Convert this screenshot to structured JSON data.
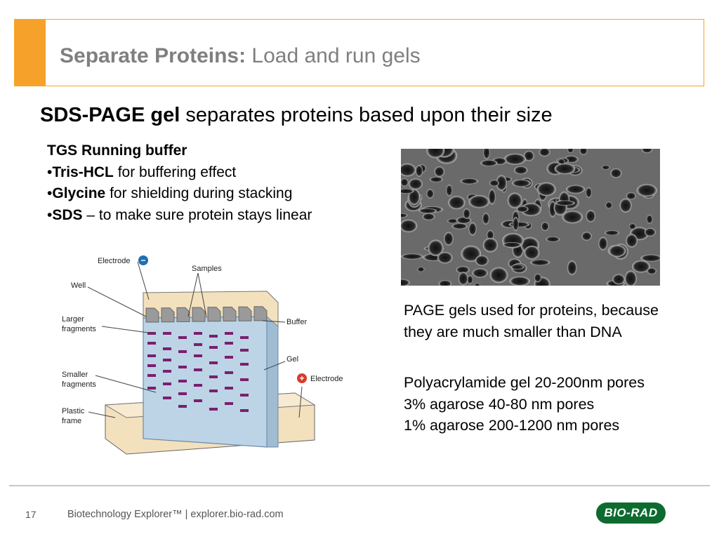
{
  "title": {
    "bold": "Separate Proteins:",
    "rest": " Load and run gels"
  },
  "headline": {
    "bold": "SDS-PAGE gel",
    "rest": " separates proteins based upon their size"
  },
  "buffer": {
    "heading": "TGS Running buffer",
    "items": [
      {
        "bullet": "•",
        "bold": "Tris-HCL",
        "rest": " for buffering effect"
      },
      {
        "bullet": "•",
        "bold": "Glycine",
        "rest": " for shielding during stacking"
      },
      {
        "bullet": "•",
        "bold": "SDS",
        "rest": " – to make sure protein stays linear"
      }
    ]
  },
  "diagram": {
    "labels": {
      "electrode_top": "Electrode",
      "samples": "Samples",
      "well": "Well",
      "larger_1": "Larger",
      "larger_2": "fragments",
      "buffer": "Buffer",
      "gel": "Gel",
      "smaller_1": "Smaller",
      "smaller_2": "fragments",
      "electrode_bottom": "Electrode",
      "plastic_1": "Plastic",
      "plastic_2": "frame"
    },
    "neg_symbol": "−",
    "pos_symbol": "+"
  },
  "page_text": {
    "line1": "PAGE gels used for proteins, because",
    "line2": "they are much smaller than DNA"
  },
  "pores": {
    "line1": "Polyacrylamide gel 20-200nm pores",
    "line2": "3% agarose 40-80 nm pores",
    "line3": "1% agarose 200-1200 nm pores"
  },
  "footer": {
    "page_number": "17",
    "text": "Biotechnology Explorer™ |   explorer.bio-rad.com",
    "logo": "BIO-RAD"
  },
  "colors": {
    "accent": "#f6a12a",
    "title_gray": "#7f7f7f",
    "gel_blue": "#bcd4e6",
    "band_purple": "#7a1f6e",
    "buffer_tan": "#f3e1bd",
    "logo_green": "#0d6b2f"
  }
}
